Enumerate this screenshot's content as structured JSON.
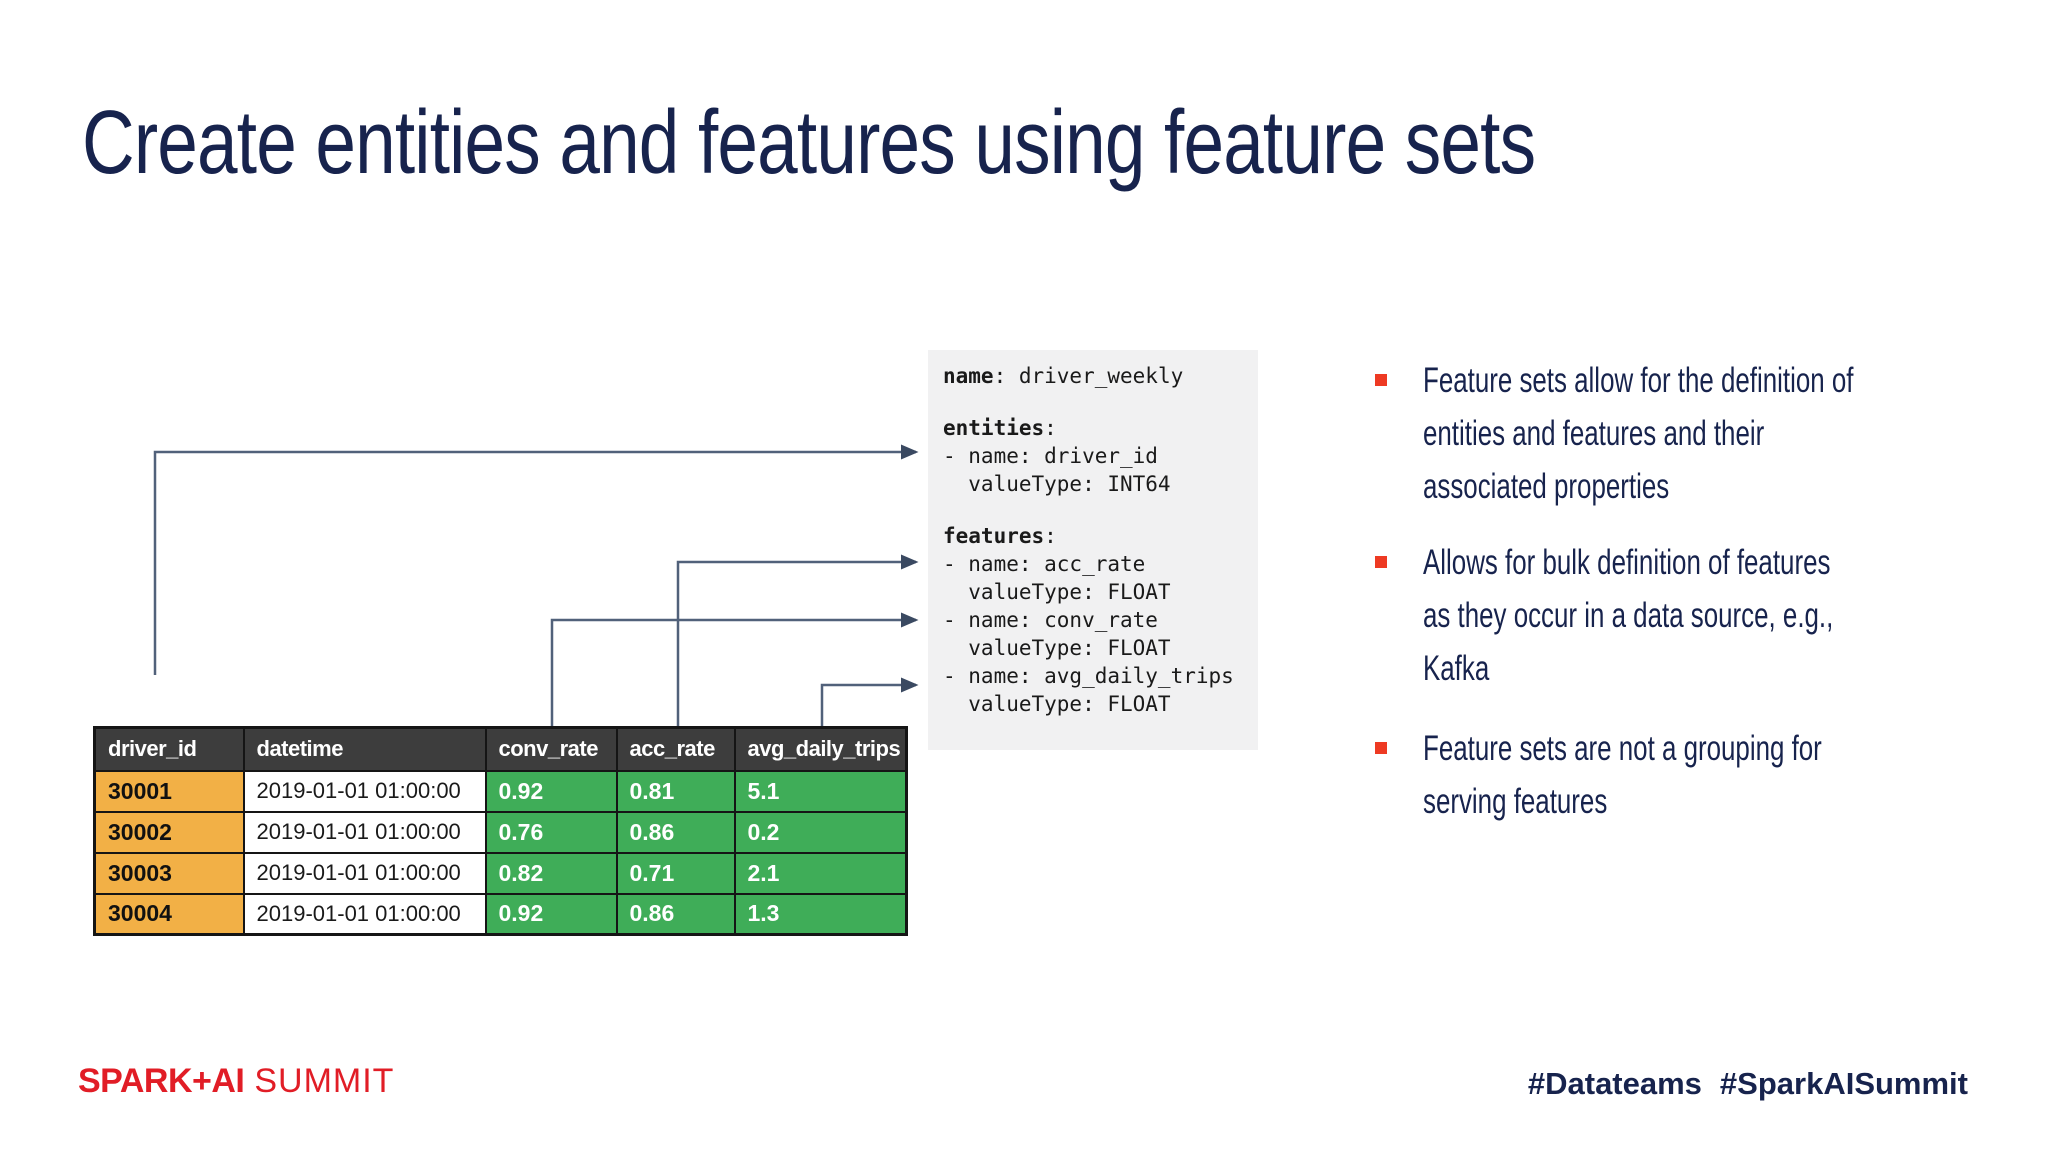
{
  "title": "Create entities and features using feature sets",
  "yaml": {
    "name_key": "name",
    "name_rest": ": driver_weekly",
    "entities_key": "entities",
    "entities_rest": ":",
    "entity_line1": "- name: driver_id",
    "entity_line2": "  valueType: INT64",
    "features_key": "features",
    "features_rest": ":",
    "feature_line1": "- name: acc_rate",
    "feature_line2": "  valueType: FLOAT",
    "feature_line3": "- name: conv_rate",
    "feature_line4": "  valueType: FLOAT",
    "feature_line5": "- name: avg_daily_trips",
    "feature_line6": "  valueType: FLOAT"
  },
  "table": {
    "headers": [
      "driver_id",
      "datetime",
      "conv_rate",
      "acc_rate",
      "avg_daily_trips"
    ],
    "rows": [
      {
        "driver_id": "30001",
        "datetime": "2019-01-01 01:00:00",
        "conv_rate": "0.92",
        "acc_rate": "0.81",
        "avg_daily_trips": "5.1"
      },
      {
        "driver_id": "30002",
        "datetime": "2019-01-01 01:00:00",
        "conv_rate": "0.76",
        "acc_rate": "0.86",
        "avg_daily_trips": "0.2"
      },
      {
        "driver_id": "30003",
        "datetime": "2019-01-01 01:00:00",
        "conv_rate": "0.82",
        "acc_rate": "0.71",
        "avg_daily_trips": "2.1"
      },
      {
        "driver_id": "30004",
        "datetime": "2019-01-01 01:00:00",
        "conv_rate": "0.92",
        "acc_rate": "0.86",
        "avg_daily_trips": "1.3"
      }
    ]
  },
  "arrows": [
    {
      "from": "driver_id column",
      "to": "entities - name: driver_id"
    },
    {
      "from": "acc_rate column",
      "to": "features - name: acc_rate"
    },
    {
      "from": "conv_rate column",
      "to": "features - name: conv_rate"
    },
    {
      "from": "avg_daily_trips column",
      "to": "features - name: avg_daily_trips"
    }
  ],
  "bullets": [
    {
      "lines": [
        "Feature sets allow for the definition of",
        "entities and features and their",
        "associated properties"
      ]
    },
    {
      "lines": [
        "Allows for bulk definition of features",
        "as they occur in a data source, e.g.,",
        "Kafka"
      ]
    },
    {
      "lines": [
        "Feature sets are not a grouping for",
        "serving features"
      ]
    }
  ],
  "footer": {
    "brand_bold": "SPARK+AI",
    "brand_light": "SUMMIT",
    "hashtag1": "#Datateams",
    "hashtag2": "#SparkAISummit"
  },
  "colors": {
    "navy": "#17234d",
    "bullet-red": "#ee3a23",
    "brand-red": "#e11d26",
    "header-bg": "#3d3d3d",
    "orange": "#f2b046",
    "green": "#3fad58",
    "code-bg": "#f1f1f2",
    "arrow": "#51617a",
    "arrowhead": "#3a4961"
  }
}
